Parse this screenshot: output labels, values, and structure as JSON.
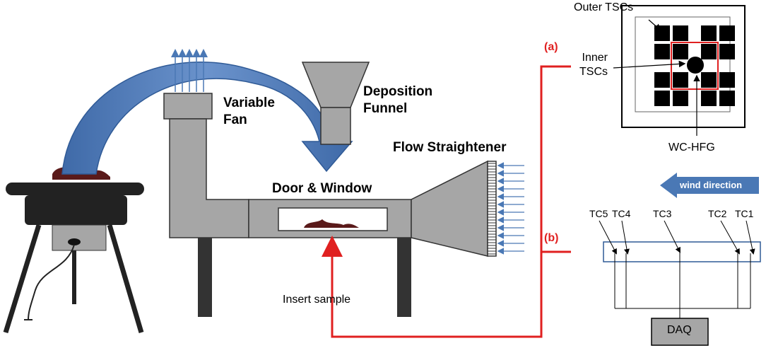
{
  "labels": {
    "variable_fan": "Variable\nFan",
    "deposition_funnel": "Deposition\nFunnel",
    "flow_straightener": "Flow Straightener",
    "door_window": "Door & Window",
    "insert_sample": "Insert sample",
    "panel_a": "(a)",
    "panel_b": "(b)",
    "outer_tscs": "Outer TSCs",
    "inner_tscs": "Inner\nTSCs",
    "wc_hfg": "WC-HFG",
    "wind_direction": "wind direction",
    "tc5": "TC5",
    "tc4": "TC4",
    "tc3": "TC3",
    "tc2": "TC2",
    "tc1": "TC1",
    "daq": "DAQ"
  },
  "colors": {
    "duct_gray": "#a6a6a6",
    "arrow_blue": "#4a78b5",
    "red_line": "#e02020",
    "heater_black": "#222222",
    "ember": "#5a1a1a"
  }
}
